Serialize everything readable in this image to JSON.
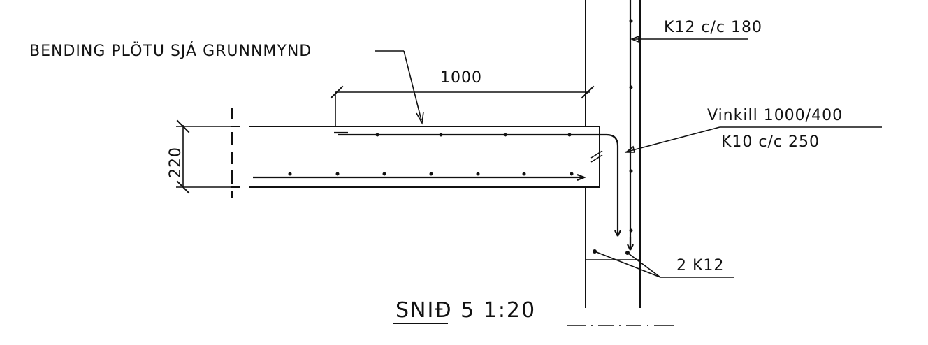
{
  "drawing": {
    "title": "SNIÐ 5 1:20",
    "slab_note": "BENDING PLÖTU SJÁ GRUNNMYND",
    "wall_rebar": "K12 c/c 180",
    "dim_horizontal": "1000",
    "dim_slab_thickness": "220",
    "angle_bar_line1": "Vinkill 1000/400",
    "angle_bar_line2": "K10 c/c 250",
    "corner_bars": "2 K12"
  }
}
